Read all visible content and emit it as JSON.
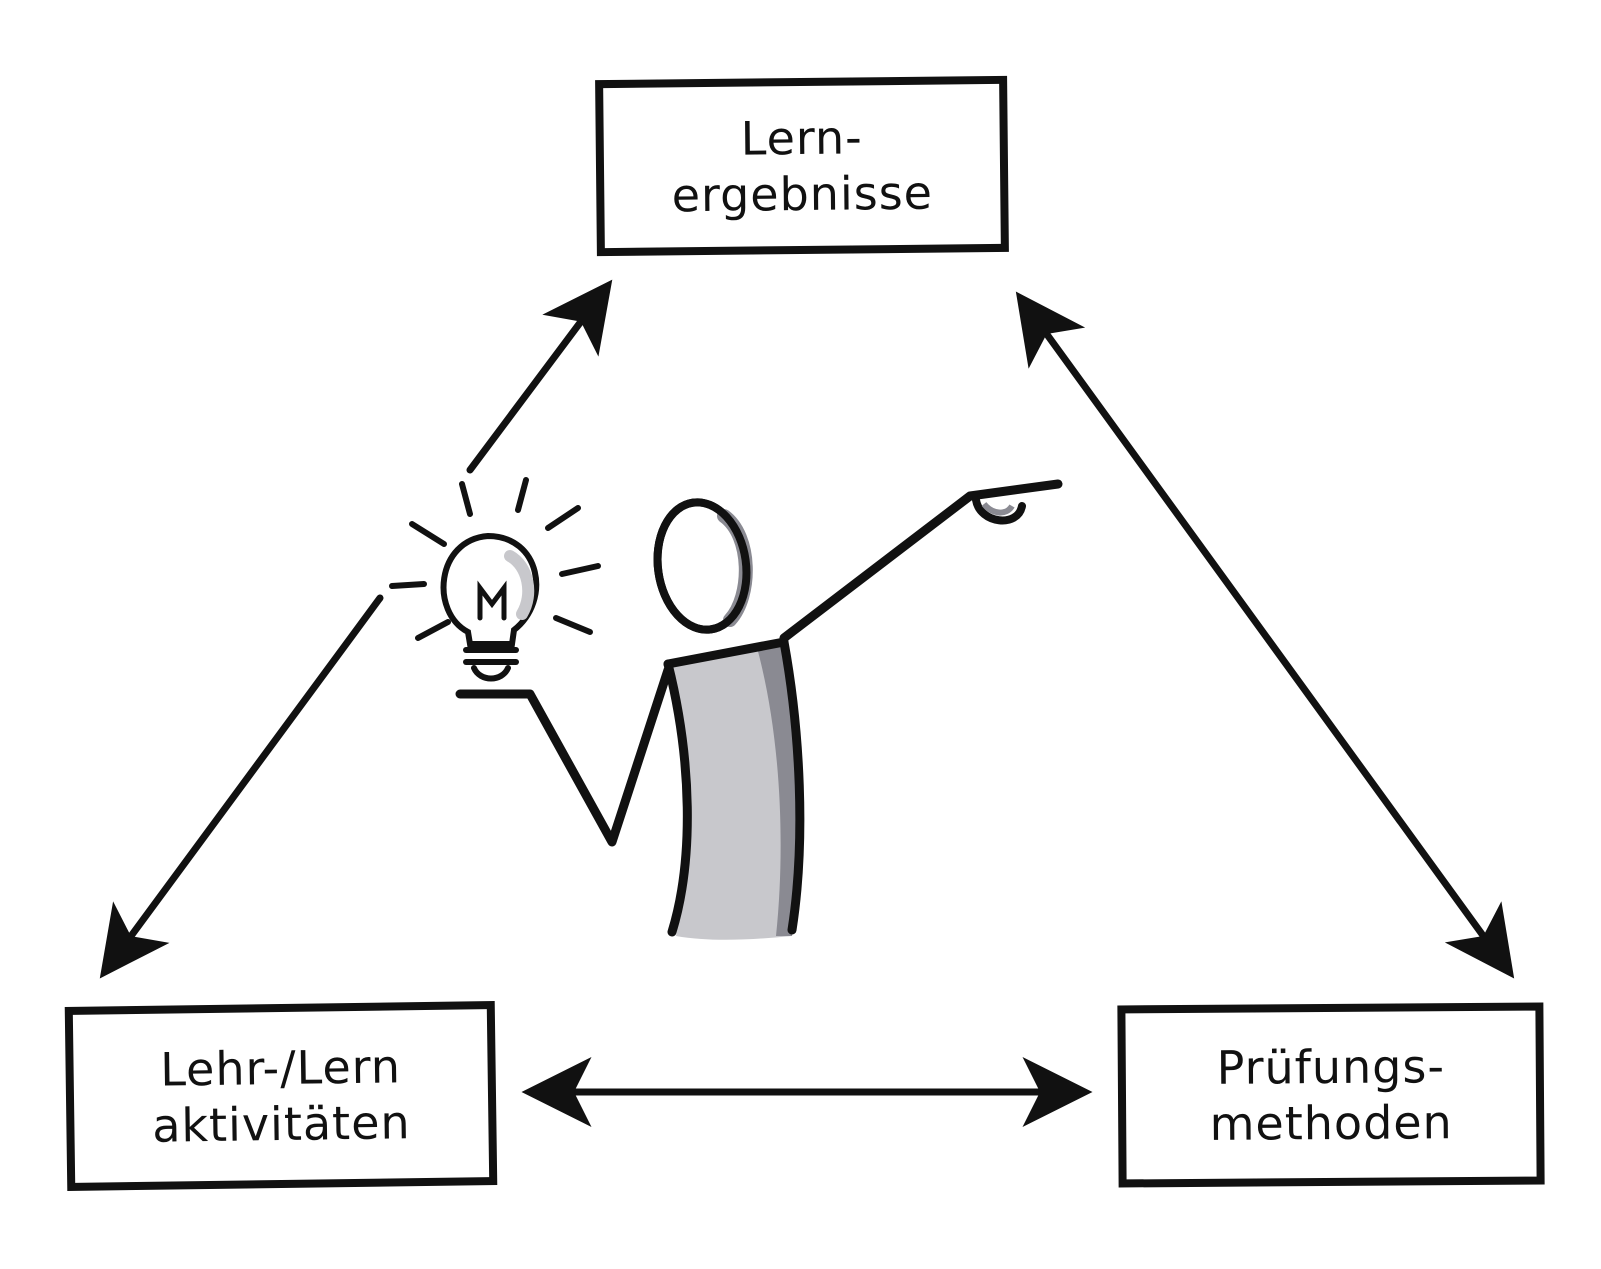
{
  "diagram": {
    "colors": {
      "ink": "#111111",
      "shade_light": "#c8c8cc",
      "shade_dark": "#8a8a92",
      "background": "#ffffff"
    },
    "nodes": {
      "top": {
        "lines": [
          "Lern-",
          "ergebnisse"
        ]
      },
      "left": {
        "lines": [
          "Lehr-/Lern",
          "aktivitäten"
        ]
      },
      "right": {
        "lines": [
          "Prüfungs-",
          "methoden"
        ]
      }
    },
    "connections": [
      {
        "from": "left",
        "to": "top",
        "direction": "both"
      },
      {
        "from": "top",
        "to": "right",
        "direction": "both"
      },
      {
        "from": "left",
        "to": "right",
        "direction": "both"
      }
    ],
    "illustration": {
      "figure": "person-pointing",
      "prop": "light-bulb-icon"
    }
  }
}
